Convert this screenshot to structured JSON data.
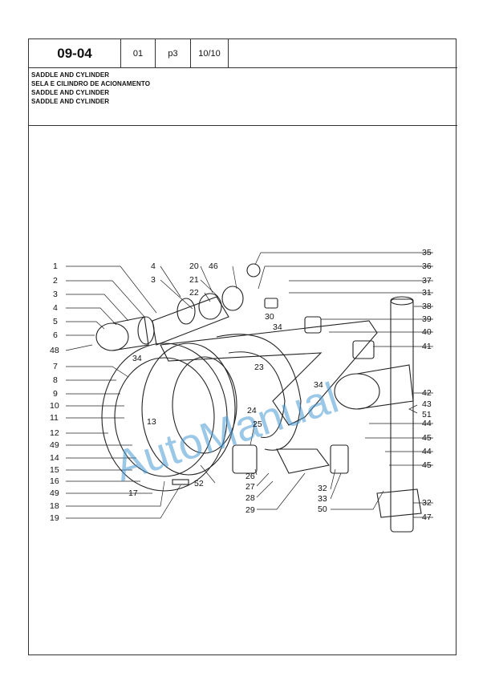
{
  "header": {
    "code": "09-04",
    "group": "01",
    "page": "p3",
    "count": "10/10"
  },
  "titles": [
    "SADDLE AND CYLINDER",
    "SELA E CILINDRO DE ACIONAMENTO",
    "SADDLE AND CYLINDER",
    "SADDLE AND CYLINDER"
  ],
  "watermark": "AutoManual",
  "callouts_left": [
    "1",
    "2",
    "3",
    "4",
    "5",
    "6",
    "48",
    "7",
    "8",
    "9",
    "10",
    "11",
    "12",
    "49",
    "14",
    "15",
    "16",
    "49",
    "18",
    "19"
  ],
  "callouts_top": [
    "4",
    "3",
    "20",
    "21",
    "22",
    "46"
  ],
  "callouts_mid": [
    "34",
    "13",
    "17",
    "23",
    "24",
    "25",
    "26",
    "27",
    "28",
    "29",
    "30",
    "34",
    "52",
    "34"
  ],
  "callouts_right": [
    "35",
    "36",
    "37",
    "31",
    "38",
    "39",
    "40",
    "41",
    "42",
    "43",
    "51",
    "44",
    "45",
    "44",
    "45",
    "32",
    "33",
    "50",
    "32",
    "47"
  ],
  "colors": {
    "line": "#222222",
    "watermark": "#4a9bd6"
  }
}
